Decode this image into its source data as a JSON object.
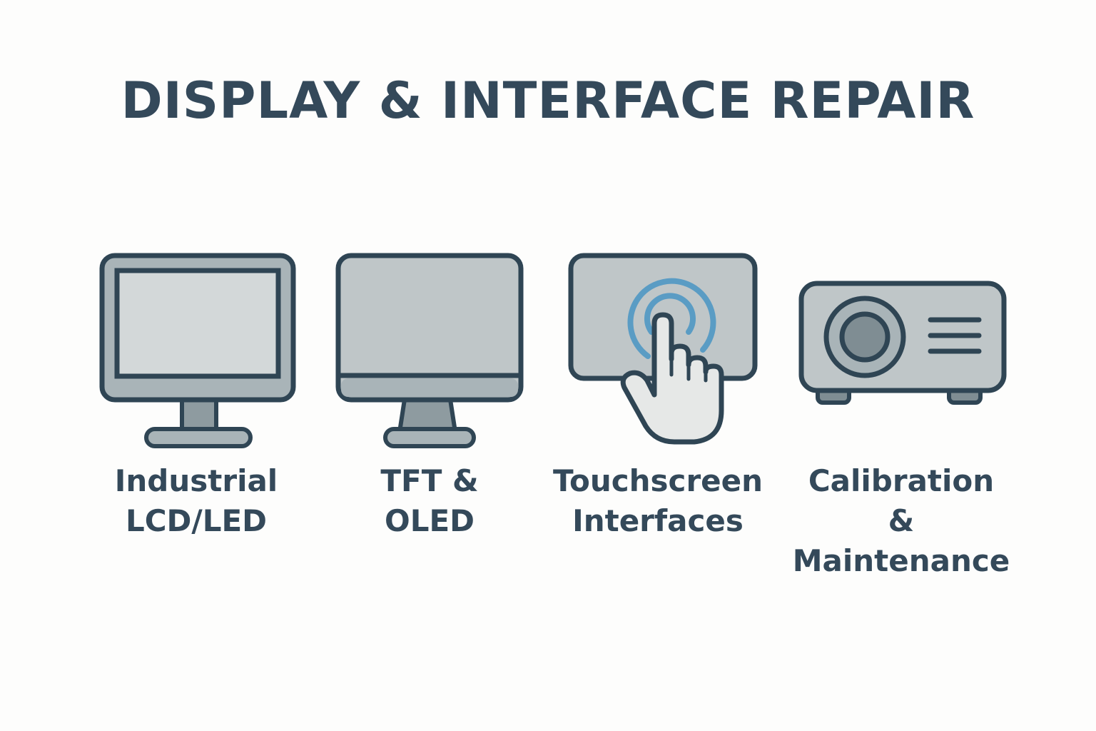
{
  "header": {
    "title": "DISPLAY & INTERFACE REPAIR"
  },
  "colors": {
    "outline": "#2f4554",
    "body_gray": "#a9b4b8",
    "screen_light": "#d3d8d9",
    "screen_mid": "#bfc6c8",
    "dark_gray": "#7f8d93",
    "accent_blue": "#5a9cc4",
    "hand_fill": "#e6e8e7",
    "text": "#34495a"
  },
  "services": [
    {
      "icon": "monitor-icon",
      "line1": "Industrial",
      "line2": "LCD/LED"
    },
    {
      "icon": "flat-monitor-icon",
      "line1": "TFT &",
      "line2": "OLED"
    },
    {
      "icon": "touchscreen-icon",
      "line1": "Touchscreen",
      "line2": "Interfaces"
    },
    {
      "icon": "projector-icon",
      "line1": "Calibration",
      "line2": "& Maintenance"
    }
  ]
}
